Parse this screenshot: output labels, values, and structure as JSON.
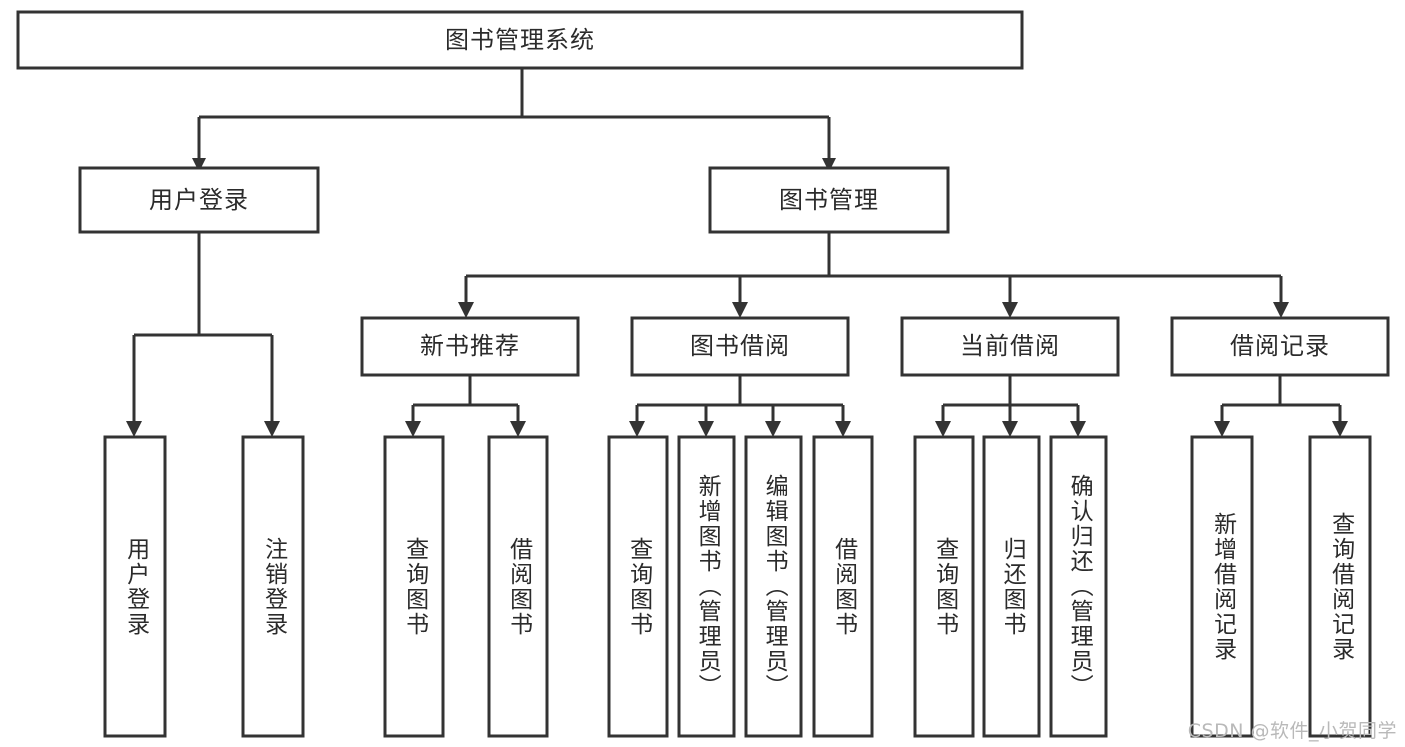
{
  "diagram": {
    "type": "tree-hierarchy",
    "title": "图书管理系统",
    "root": {
      "id": "root",
      "label": "图书管理系统",
      "orientation": "horizontal"
    },
    "level2": [
      {
        "id": "user-login",
        "label": "用户登录",
        "orientation": "horizontal"
      },
      {
        "id": "book-management",
        "label": "图书管理",
        "orientation": "horizontal"
      }
    ],
    "level3": [
      {
        "id": "new-book-recommend",
        "label": "新书推荐",
        "orientation": "horizontal",
        "parent": "book-management"
      },
      {
        "id": "book-borrow",
        "label": "图书借阅",
        "orientation": "horizontal",
        "parent": "book-management"
      },
      {
        "id": "current-borrow",
        "label": "当前借阅",
        "orientation": "horizontal",
        "parent": "book-management"
      },
      {
        "id": "borrow-record",
        "label": "借阅记录",
        "orientation": "horizontal",
        "parent": "book-management"
      }
    ],
    "leaves": [
      {
        "id": "leaf-user-login",
        "label": "用户登录",
        "parent": "user-login",
        "orientation": "vertical"
      },
      {
        "id": "leaf-user-logout",
        "label": "注销登录",
        "parent": "user-login",
        "orientation": "vertical"
      },
      {
        "id": "leaf-query-book-1",
        "label": "查询图书",
        "parent": "new-book-recommend",
        "orientation": "vertical"
      },
      {
        "id": "leaf-borrow-book-1",
        "label": "借阅图书",
        "parent": "new-book-recommend",
        "orientation": "vertical"
      },
      {
        "id": "leaf-query-book-2",
        "label": "查询图书",
        "parent": "book-borrow",
        "orientation": "vertical"
      },
      {
        "id": "leaf-add-book",
        "label": "新增图书（管理员）",
        "parent": "book-borrow",
        "orientation": "vertical"
      },
      {
        "id": "leaf-edit-book",
        "label": "编辑图书（管理员）",
        "parent": "book-borrow",
        "orientation": "vertical"
      },
      {
        "id": "leaf-borrow-book-2",
        "label": "借阅图书",
        "parent": "book-borrow",
        "orientation": "vertical"
      },
      {
        "id": "leaf-query-book-3",
        "label": "查询图书",
        "parent": "current-borrow",
        "orientation": "vertical"
      },
      {
        "id": "leaf-return-book",
        "label": "归还图书",
        "parent": "current-borrow",
        "orientation": "vertical"
      },
      {
        "id": "leaf-confirm-return",
        "label": "确认归还（管理员）",
        "parent": "current-borrow",
        "orientation": "vertical"
      },
      {
        "id": "leaf-add-record",
        "label": "新增借阅记录",
        "parent": "borrow-record",
        "orientation": "vertical"
      },
      {
        "id": "leaf-query-record",
        "label": "查询借阅记录",
        "parent": "borrow-record",
        "orientation": "vertical"
      }
    ],
    "colors": {
      "box_stroke": "#333333",
      "box_fill": "#ffffff",
      "text": "#2b2b2b",
      "connector": "#333333",
      "watermark": "#b9b9b9",
      "background": "#ffffff"
    }
  },
  "watermark": {
    "text": "CSDN @软件_小贺同学"
  }
}
